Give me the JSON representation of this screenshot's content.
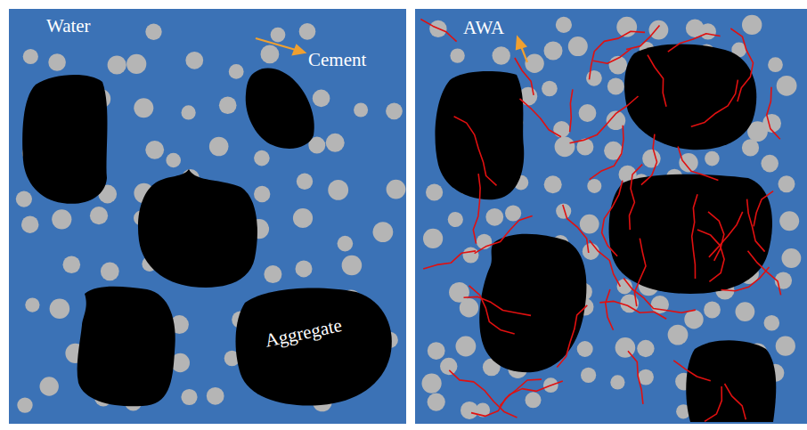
{
  "diagram": {
    "labels": [
      "Water",
      "Cement",
      "Aggregate",
      "AWA"
    ]
  }
}
